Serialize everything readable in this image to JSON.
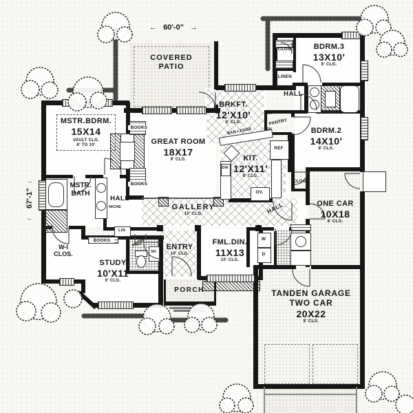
{
  "plan": {
    "dim_top": "60'-0\"",
    "dim_left": "67'-1\"",
    "arrows": {
      "left": "←",
      "right": "→"
    },
    "rooms": {
      "covered_patio": {
        "line1": "COVERED",
        "line2": "PATIO"
      },
      "mstr_bdrm": {
        "name": "MSTR.BDRM.",
        "size": "15X14",
        "clg1": "VAULT CLG.",
        "clg2": "8' TO 10'"
      },
      "great_room": {
        "name": "GREAT ROOM",
        "size": "18X17",
        "clg": "9' CLG."
      },
      "brkft": {
        "name": "BRKFT.",
        "size": "12'X10'",
        "clg": "8' CLG."
      },
      "kit": {
        "name": "KIT.",
        "size": "12'X11'",
        "clg": "8' CLG."
      },
      "bdrm3": {
        "name": "BDRM.3",
        "size": "13X10'",
        "clg": "8' CLG."
      },
      "bdrm2": {
        "name": "BDRM.2",
        "size": "14X10'",
        "clg": "8' CLG."
      },
      "one_car": {
        "name": "ONE CAR",
        "size": "10X18",
        "clg": "8' CLG."
      },
      "garage": {
        "line1": "TANDEN GARAGE",
        "line2": "TWO CAR",
        "size": "20X22",
        "clg": "8' CLG."
      },
      "gallery": {
        "name": "GALLERY",
        "clg": "10' CLG."
      },
      "fml_din": {
        "name": "FML.DIN.",
        "size": "11X13",
        "clg": "10' CLG."
      },
      "entry": {
        "name": "ENTRY",
        "clg": "10' CLG."
      },
      "study": {
        "name": "STUDY",
        "size": "10'X11",
        "clg": "9' CLG."
      },
      "mstr_bath": {
        "line1": "MSTR.",
        "line2": "BATH"
      },
      "wi_clos": {
        "line1": "W-I",
        "line2": "CLOS."
      },
      "porch": {
        "name": "PORCH"
      }
    },
    "labels": {
      "hall_top": "HALL",
      "hall_mid": "HALL",
      "hall_low": "HALL",
      "clos_b3": "CLOS.",
      "linen": "LINEN",
      "pantry": "PANTRY",
      "clos_b2": "CLOS.",
      "books_top": "BOOKS",
      "books_bottom": "BOOKS",
      "books_study": "BOOKS",
      "niche": "NICHE",
      "lin": "LIN",
      "pwdr": "PWDR",
      "bar_ledge": "BAR LEDGE",
      "ref": "REF",
      "dw": "DW",
      "ov": "OV.",
      "washer": "W",
      "dryer": "D",
      "sh1": "SH",
      "sh2": "SH",
      "sh3": "SH"
    }
  }
}
